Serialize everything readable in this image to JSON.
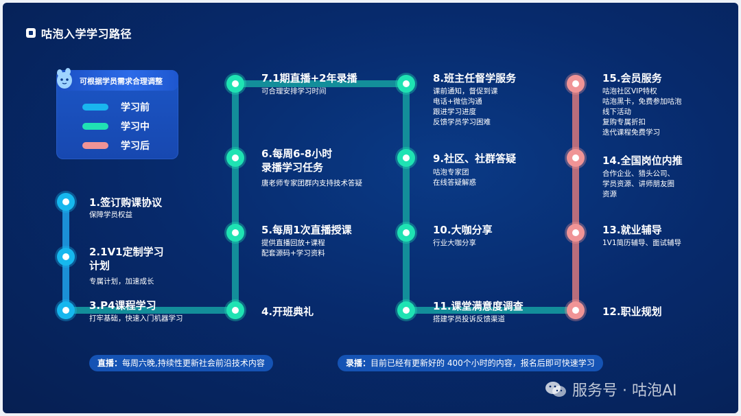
{
  "title": "咕泡入学学习路径",
  "legend": {
    "title": "可根据学员需求合理调整",
    "items": [
      {
        "label": "学习前",
        "color": "#19b6ef"
      },
      {
        "label": "学习中",
        "color": "#20e1b4"
      },
      {
        "label": "学习后",
        "color": "#f09496"
      }
    ]
  },
  "steps": [
    {
      "title": "1.签订购课协议",
      "desc": "保障学员权益",
      "phase": "blue"
    },
    {
      "title": "2.1V1定制学习\n计划",
      "desc": "专属计划，加速成长",
      "phase": "blue"
    },
    {
      "title": "3.P4课程学习",
      "desc": "打牢基础，快速入门机器学习",
      "phase": "blue"
    },
    {
      "title": "4.开班典礼",
      "desc": "",
      "phase": "green"
    },
    {
      "title": "5.每周1次直播授课",
      "desc": "提供直播回放+课程\n配套源码+学习资料",
      "phase": "green"
    },
    {
      "title": "6.每周6-8小时\n录播学习任务",
      "desc": "唐老师专家团群内支持技术答疑",
      "phase": "green"
    },
    {
      "title": "7.1期直播+2年录播",
      "desc": "可合理安排学习时间",
      "phase": "green"
    },
    {
      "title": "8.班主任督学服务",
      "desc": "课前通知，督促到课\n电话+微信沟通\n跟进学习进度\n反馈学员学习困难",
      "phase": "green"
    },
    {
      "title": "9.社区、社群答疑",
      "desc": "咕泡专家团\n在线答疑解惑",
      "phase": "green"
    },
    {
      "title": "10.大咖分享",
      "desc": "行业大咖分享",
      "phase": "green"
    },
    {
      "title": "11.课堂满意度调查",
      "desc": "搭建学员投诉反馈渠道",
      "phase": "green"
    },
    {
      "title": "12.职业规划",
      "desc": "",
      "phase": "pink"
    },
    {
      "title": "13.就业辅导",
      "desc": "1V1简历辅导、面试辅导",
      "phase": "pink"
    },
    {
      "title": "14.全国岗位内推",
      "desc": "合作企业、猎头公司、\n学员资源、讲师朋友圈\n资源",
      "phase": "pink"
    },
    {
      "title": "15.会员服务",
      "desc": "咕泡社区VIP特权\n咕泡黑卡，免费参加咕泡\n线下活动\n复购专属折扣\n迭代课程免费学习",
      "phase": "pink"
    }
  ],
  "notes": {
    "live": {
      "label": "直播：",
      "text": "每周六晚,持续性更新社会前沿技术内容"
    },
    "recorded": {
      "label": "录播：",
      "text": "目前已经有更新好的 400个小时的内容，报名后即可快速学习"
    }
  },
  "watermark": "服务号 · 咕泡AI",
  "colors": {
    "blue_node": "#16b7ee",
    "green_node": "#1fe3b3",
    "pink_node": "#f09496",
    "track_blue": "#1b8fd6",
    "track_teal": "#138e9a",
    "track_pink": "#b86d7c"
  }
}
